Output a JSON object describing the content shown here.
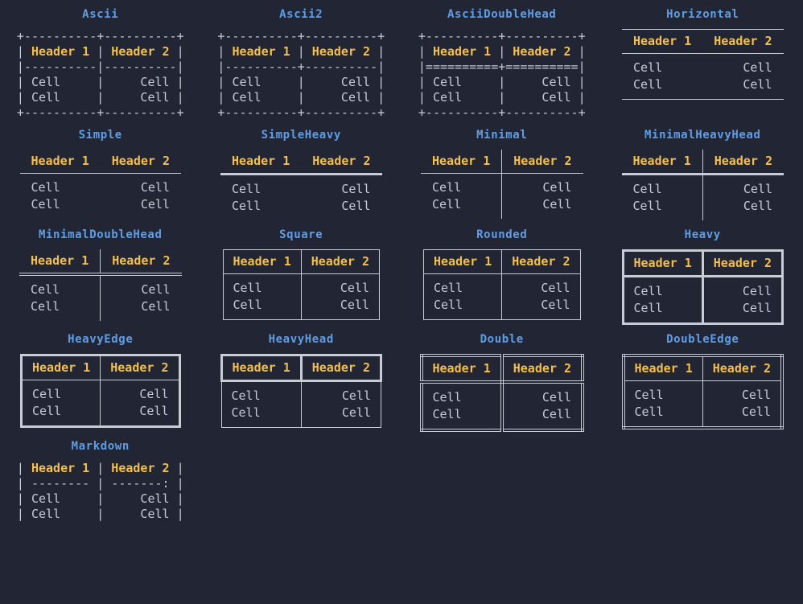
{
  "theme": {
    "background": "#222534",
    "title_color": "#5f9ee6",
    "header_color": "#f5c04a",
    "cell_color": "#c8ccd4",
    "border_color": "#c8ccd4"
  },
  "labels": {
    "header1": "Header 1",
    "header2": "Header 2",
    "cell": "Cell"
  },
  "boxes": [
    {
      "name": "Ascii",
      "kind": "ascii",
      "lines": [
        "+----------+----------+",
        "| Header 1 | Header 2 |",
        "|----------|----------|",
        "| Cell     |     Cell |",
        "| Cell     |     Cell |",
        "+----------+----------+"
      ]
    },
    {
      "name": "Ascii2",
      "kind": "ascii",
      "lines": [
        "+----------+----------+",
        "| Header 1 | Header 2 |",
        "|----------+----------|",
        "| Cell     |     Cell |",
        "| Cell     |     Cell |",
        "+----------+----------+"
      ]
    },
    {
      "name": "AsciiDoubleHead",
      "kind": "ascii",
      "lines": [
        "+----------+----------+",
        "| Header 1 | Header 2 |",
        "|==========+==========|",
        "| Cell     |     Cell |",
        "| Cell     |     Cell |",
        "+----------+----------+"
      ]
    },
    {
      "name": "Horizontal",
      "kind": "box",
      "style": "t-horizontal"
    },
    {
      "name": "Simple",
      "kind": "box",
      "style": "t-simple"
    },
    {
      "name": "SimpleHeavy",
      "kind": "box",
      "style": "t-simpleheavy"
    },
    {
      "name": "Minimal",
      "kind": "box",
      "style": "t-minimal"
    },
    {
      "name": "MinimalHeavyHead",
      "kind": "box",
      "style": "t-minimalheavyhead"
    },
    {
      "name": "MinimalDoubleHead",
      "kind": "box",
      "style": "t-minimaldoublehead"
    },
    {
      "name": "Square",
      "kind": "box",
      "style": "t-square"
    },
    {
      "name": "Rounded",
      "kind": "box",
      "style": "t-rounded"
    },
    {
      "name": "Heavy",
      "kind": "box",
      "style": "t-heavy"
    },
    {
      "name": "HeavyEdge",
      "kind": "box",
      "style": "t-heavyedge"
    },
    {
      "name": "HeavyHead",
      "kind": "box",
      "style": "t-heavyhead"
    },
    {
      "name": "Double",
      "kind": "box",
      "style": "t-double"
    },
    {
      "name": "DoubleEdge",
      "kind": "box",
      "style": "t-doubleedge"
    },
    {
      "name": "Markdown",
      "kind": "ascii",
      "lines": [
        "| Header 1 | Header 2 |",
        "| -------- | -------: |",
        "| Cell     |     Cell |",
        "| Cell     |     Cell |"
      ]
    }
  ]
}
